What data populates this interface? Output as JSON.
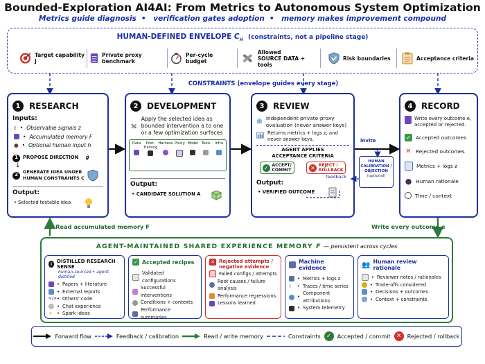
{
  "title": "Bounded-Exploration AI4AI: From Metrics to Autonomous System Optimization",
  "subtitle": [
    "Metrics guide diagnosis",
    "verification gates adoption",
    "memory makes improvement compound"
  ],
  "envelope": {
    "title": "HUMAN-DEFINED ENVELOPE",
    "symbol": "C",
    "symbol_sub": "H",
    "note": "(constraints, not a pipeline stage)",
    "items": [
      {
        "label": "Target capability J",
        "icon": "target-icon"
      },
      {
        "label": "Private proxy benchmark",
        "icon": "server-icon"
      },
      {
        "label": "Per-cycle budget",
        "icon": "stopwatch-icon"
      },
      {
        "label_line1": "Allowed",
        "label_line2": "SOURCE DATA + tools",
        "icon": "tools-icon"
      },
      {
        "label": "Risk boundaries",
        "icon": "shield-icon"
      },
      {
        "label": "Acceptance criteria",
        "icon": "checklist-icon"
      }
    ]
  },
  "constraints_label": "CONSTRAINTS (envelope guides every stage)",
  "stages": {
    "research": {
      "num": "1",
      "name": "RESEARCH",
      "inputs_label": "Inputs:",
      "inputs": [
        "Observable signals z",
        "Accumulated memory F",
        "Optional human input h"
      ],
      "step1": "PROPOSE DIRECTION",
      "step1_sym": "ĝ",
      "step2_line1": "GENERATE IDEA UNDER",
      "step2_line2": "HUMAN CONSTRAINTS C",
      "output_label": "Output:",
      "output": "Selected testable idea"
    },
    "development": {
      "num": "2",
      "name": "DEVELOPMENT",
      "desc": "Apply the selected idea as bounded intervention a to one or a few optimization surfaces",
      "surfaces": [
        "Data",
        "Post-Training",
        "Harness",
        "Policy",
        "Model",
        "Tools",
        "Infra"
      ],
      "output_label": "Output:",
      "output": "CANDIDATE SOLUTION A"
    },
    "review": {
      "num": "3",
      "name": "REVIEW",
      "eval_text": "Independent private-proxy evaluation (never answer keys)",
      "returns_text": "Returns metrics + logs z, and never answer keys.",
      "applies_line1": "AGENT APPLIES",
      "applies_line2": "ACCEPTANCE CRITERIA",
      "accept_label_1": "ACCEPT/",
      "accept_label_2": "COMMIT",
      "reject_label_1": "REJECT /",
      "reject_label_2": "ROLLBACK",
      "feedback": "feedback",
      "output_label": "Output:",
      "output": "VERIFIED OUTCOME"
    },
    "record": {
      "num": "4",
      "name": "RECORD",
      "items": [
        "Write every outcome e, accepted or rejected.",
        "Accepted outcomes",
        "Rejected outcomes",
        "Metrics + logs z",
        "Human rationale",
        "Time / context"
      ]
    }
  },
  "invite": "invite",
  "human_cal": {
    "line1": "HUMAN",
    "line2": "CALIBRATION /",
    "line3": "OBJECTION",
    "line4": "(optional)"
  },
  "read_memory": "Read accumulated memory F",
  "write_outcome": "Write every outcome e",
  "memory": {
    "title": "AGENT-MAINTAINED SHARED EXPERIENCE MEMORY",
    "symbol": "F",
    "tagline": "— persistent across cycles",
    "cards": [
      {
        "title": "DISTILLED RESEARCH SENSE",
        "subtitle": "human-sourced • agent-distilled",
        "items": [
          "Papers + literature",
          "External reports",
          "Others' code",
          "Chat experience",
          "Spark ideas"
        ]
      },
      {
        "title": "Accepted recipes",
        "items": [
          "Validated configurations",
          "Successful interventions",
          "Conditions + contexts",
          "Performance summaries"
        ]
      },
      {
        "title": "Rejected attempts / negative evidence",
        "items": [
          "Failed configs / attempts",
          "Root causes / failure analysis",
          "Performance regressions",
          "Lessons learned"
        ]
      },
      {
        "title": "Machine evidence",
        "items": [
          "Metrics + logs z",
          "Traces / time series",
          "Component attributions",
          "System telemetry"
        ]
      },
      {
        "title": "Human review rationale",
        "items": [
          "Reviewer notes / rationales",
          "Trade-offs considered",
          "Decisions + outcomes",
          "Context + constraints"
        ]
      }
    ]
  },
  "legend": [
    "Forward flow",
    "Feedback / calibration",
    "Read / write memory",
    "Constraints",
    "Accepted / commit",
    "Rejected / rollback"
  ],
  "colors": {
    "blue": "#1e2f9a",
    "green": "#2f7a3a",
    "red": "#d0302b",
    "accent": "#1a2ea8"
  }
}
